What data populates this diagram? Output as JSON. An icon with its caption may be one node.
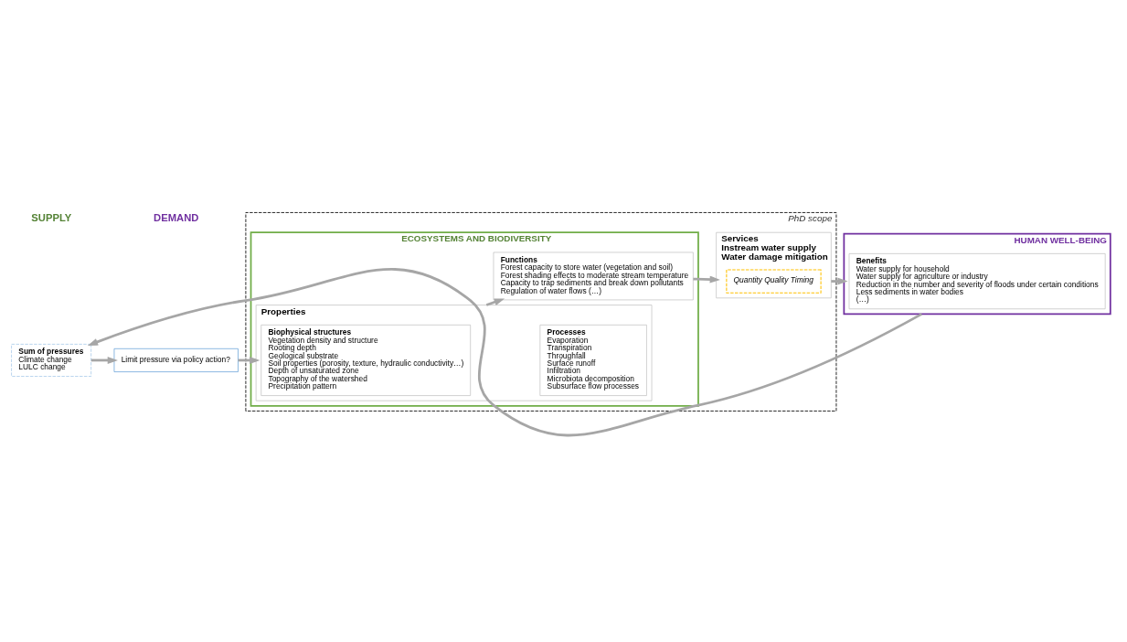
{
  "diagram": {
    "nodes": [
      {
        "text": [
          "PhD scope"
        ]
      },
      {
        "text": [
          "ECOSYSTEMS AND BIODIVERSITY"
        ],
        "in": 0
      },
      {
        "text": [
          "Properties"
        ],
        "in": 1
      },
      {
        "text": [
          "Biophysical structures",
          "Vegetation density and structure",
          "Rooting depth",
          "Geological substrate",
          "Soil properties (porosity, texture, hydraulic conductivity…)",
          "Depth of unsaturated zone",
          "Topography of the watershed",
          "Precipitation pattern"
        ],
        "in": 2
      },
      {
        "text": [
          "Processes",
          "Evaporation",
          "Transpiration",
          "Throughfall",
          "Surface runoff",
          "Infiltration",
          "Microbiota decomposition",
          "Subsurface flow processes"
        ],
        "in": 2
      },
      {
        "text": [
          "Functions",
          "Forest capacity to store water (vegetation and soil)",
          "Forest shading effects to moderate stream temperature",
          "Capacity to trap sediments and break down pollutants",
          "Regulation of water flows (…)"
        ],
        "in": 1
      },
      {
        "text": [
          "Services",
          "Instream water supply",
          "Water damage mitigation"
        ],
        "in": 0
      },
      {
        "text": [
          "Quantity Quality Timing"
        ],
        "in": 6
      },
      {
        "text": [
          "HUMAN WELL-BEING"
        ]
      },
      {
        "text": [
          "Benefits",
          "Water supply for household",
          "Water supply for agriculture or industry",
          "Reduction in the number and severity of floods under certain conditions",
          "Less sediments in water bodies",
          "(…)"
        ],
        "in": 8
      },
      {
        "text": [
          "Limit pressure via policy action?"
        ]
      },
      {
        "text": [
          "Sum of pressures",
          "Climate change",
          "LULC change"
        ]
      }
    ],
    "edges": [
      {
        "from": 2,
        "to": 5,
        "arrow": "to"
      },
      {
        "from": 5,
        "to": 6,
        "arrow": "to"
      },
      {
        "from": 6,
        "to": 8,
        "arrow": "to"
      },
      {
        "from": 11,
        "to": 10,
        "arrow": "to"
      },
      {
        "from": 10,
        "to": 2,
        "arrow": "to"
      },
      {
        "from": 8,
        "to": 11,
        "arrow": "to"
      }
    ],
    "labels": [
      "SUPPLY",
      "DEMAND"
    ]
  }
}
